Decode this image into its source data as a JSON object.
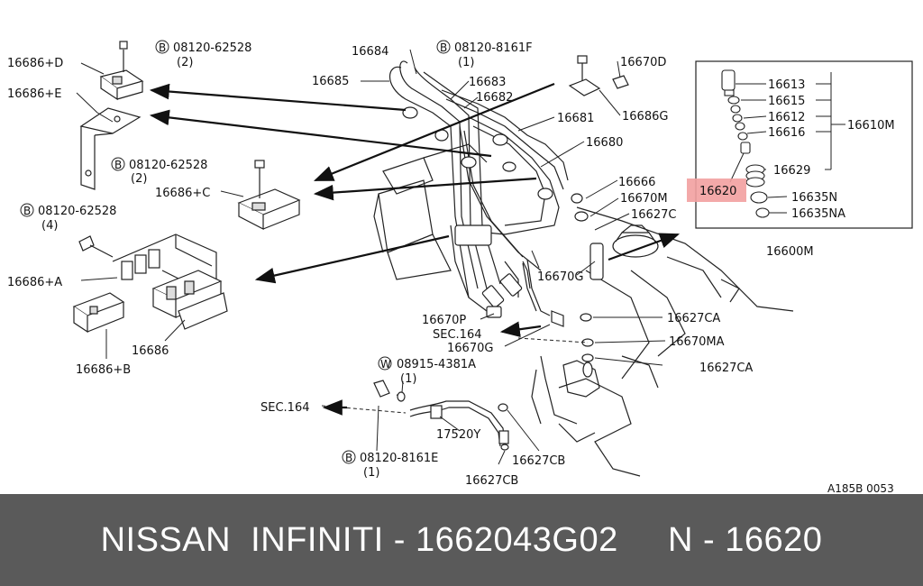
{
  "diagram": {
    "labels": {
      "p16686d": "16686+D",
      "p16686e": "16686+E",
      "p16686c": "16686+C",
      "p16686a": "16686+A",
      "p16686": "16686",
      "p16686b": "16686+B",
      "p16684": "16684",
      "p16685": "16685",
      "p16683": "16683",
      "p16682": "16682",
      "p16681": "16681",
      "p16680": "16680",
      "p16670d": "16670D",
      "p16686g": "16686G",
      "p16666": "16666",
      "p16670m": "16670M",
      "p16627c": "16627C",
      "p16670g_top": "16670G",
      "p16670p": "16670P",
      "sec164_mid": "SEC.164",
      "p16670g_mid": "16670G",
      "p16627ca_1": "16627CA",
      "p16670ma": "16670MA",
      "p16627ca_2": "16627CA",
      "sec164_left": "SEC.164",
      "p17520y": "17520Y",
      "p16627cb_1": "16627CB",
      "p16627cb_2": "16627CB",
      "p16613": "16613",
      "p16615": "16615",
      "p16612": "16612",
      "p16616": "16616",
      "p16629": "16629",
      "p16620": "16620",
      "p16635n": "16635N",
      "p16635na": "16635NA",
      "p16610m": "16610M",
      "p16600m": "16600M",
      "ref_code": "A185B 0053"
    },
    "fasteners": {
      "f1": {
        "badge": "B",
        "code": "08120-62528",
        "qty": "(2)"
      },
      "f2": {
        "badge": "B",
        "code": "08120-8161F",
        "qty": "(1)"
      },
      "f3": {
        "badge": "B",
        "code": "08120-62528",
        "qty": "(2)"
      },
      "f4": {
        "badge": "B",
        "code": "08120-62528",
        "qty": "(4)"
      },
      "f5": {
        "badge": "W",
        "code": "08915-4381A",
        "qty": "(1)"
      },
      "f6": {
        "badge": "B",
        "code": "08120-8161E",
        "qty": "(1)"
      }
    },
    "highlight_color": "#f2a0a0"
  },
  "footer": {
    "text": "NISSAN  INFINITI - 1662043G02     N - 16620"
  }
}
